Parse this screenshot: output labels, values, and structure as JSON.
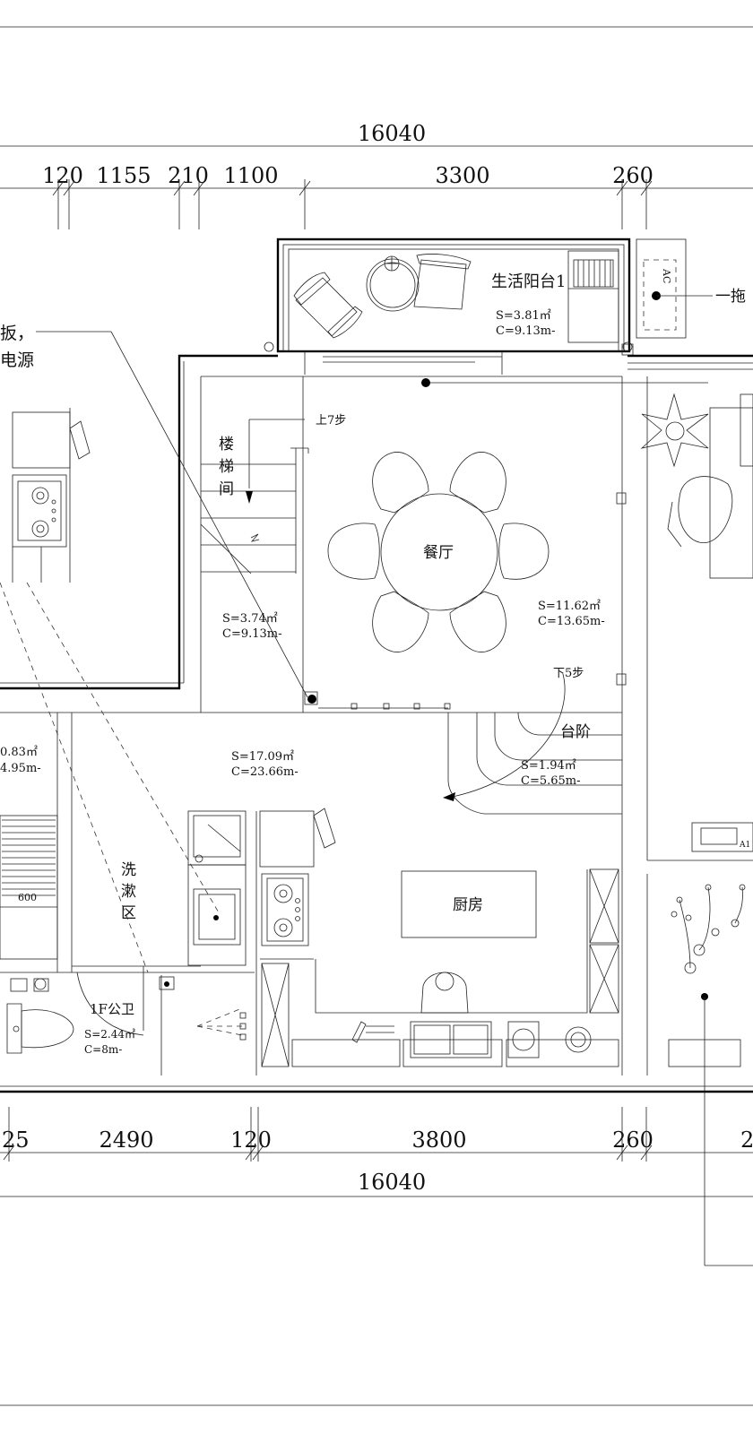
{
  "dimensions": {
    "top_total": "16040",
    "top_segments": [
      "120",
      "1155",
      "210",
      "1100",
      "3300",
      "260"
    ],
    "bottom_segments": [
      "25",
      "2490",
      "120",
      "3800",
      "260",
      "2"
    ],
    "bottom_total": "16040",
    "washbasin_width": "600"
  },
  "rooms": {
    "balcony": {
      "name": "生活阳台1",
      "area": "S=3.81㎡",
      "perimeter": "C=9.13m-"
    },
    "stair": {
      "name": [
        "楼",
        "梯",
        "间"
      ],
      "area": "S=3.74㎡",
      "perimeter": "C=9.13m-",
      "up_label": "上7步"
    },
    "dining": {
      "name": "餐厅",
      "area": "S=11.62㎡",
      "perimeter": "C=13.65m-",
      "down_label": "下5步"
    },
    "steps": {
      "name": "台阶",
      "area": "S=1.94㎡",
      "perimeter": "C=5.65m-"
    },
    "corridor": {
      "area": "S=17.09㎡",
      "perimeter": "C=23.66m-"
    },
    "wash": {
      "name": [
        "洗",
        "漱",
        "区"
      ]
    },
    "kitchen": {
      "name": "厨房"
    },
    "toilet": {
      "name": "1F公卫",
      "area": "S=2.44㎡",
      "perimeter": "C=8m-"
    },
    "left_partial": {
      "area": "0.83㎡",
      "perimeter": "4.95m-"
    }
  },
  "annotations": {
    "left_note_line1": "扳，",
    "left_note_line2": "电源",
    "right_note": "一拖",
    "ac_label": "AC",
    "ac_tag": "A1"
  }
}
